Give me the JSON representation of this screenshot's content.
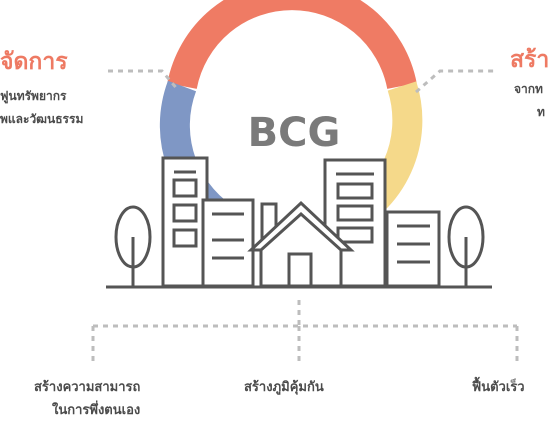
{
  "center_label": "BCG",
  "ring": {
    "top_color": "#ef7b64",
    "left_color": "#7f97c5",
    "right_color": "#f5d98a"
  },
  "left_block": {
    "title": "จัดการ",
    "line1": "ฟูนทรัพยากร",
    "line2": "พและวัฒนธรรม"
  },
  "right_block": {
    "title": "สร้า",
    "line1": "จากท",
    "line2": "ท"
  },
  "bottom_items": [
    {
      "line1": "สร้างความสามารถ",
      "line2": "ในการพึ่งตนเอง"
    },
    {
      "line1": "สร้างภูมิคุ้มกัน"
    },
    {
      "line1": "ฟื้นตัวเร็ว"
    }
  ],
  "colors": {
    "accent": "#ee7a63",
    "text": "#4b4b4b",
    "line": "#555555",
    "dash": "#bdbdbd"
  },
  "icons": [
    "tree-icon",
    "building-icon",
    "house-icon"
  ]
}
